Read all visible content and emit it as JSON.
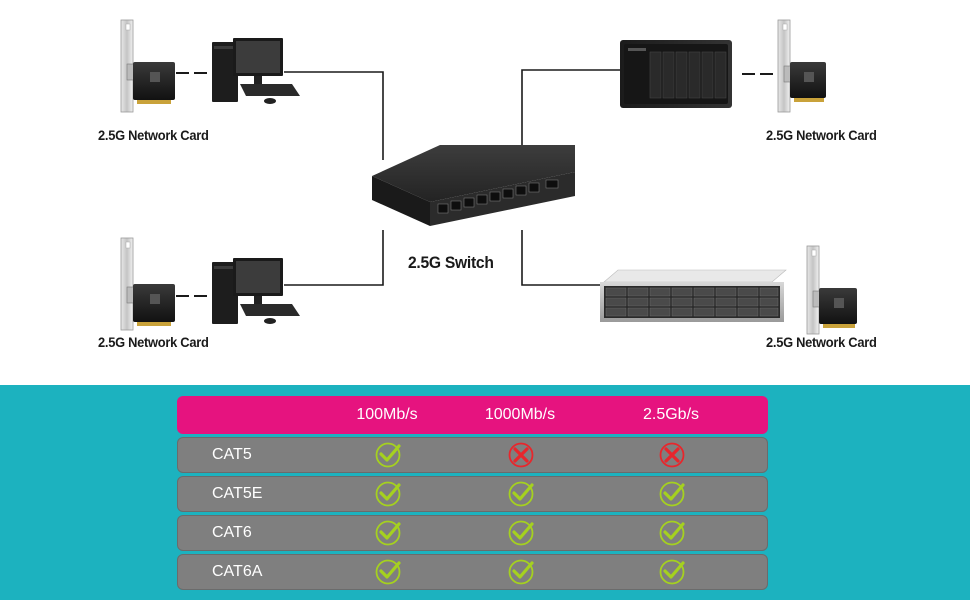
{
  "diagram": {
    "labels": {
      "network_card": "2.5G Network Card",
      "switch": "2.5G Switch"
    }
  },
  "table": {
    "columns": [
      "",
      "100Mb/s",
      "1000Mb/s",
      "2.5Gb/s"
    ],
    "rows": [
      {
        "label": "CAT5",
        "values": [
          "check",
          "cross",
          "cross"
        ]
      },
      {
        "label": "CAT5E",
        "values": [
          "check",
          "check",
          "check"
        ]
      },
      {
        "label": "CAT6",
        "values": [
          "check",
          "check",
          "check"
        ]
      },
      {
        "label": "CAT6A",
        "values": [
          "check",
          "check",
          "check"
        ]
      }
    ]
  },
  "colors": {
    "header": "#e6137f",
    "band": "#1cb2bf",
    "row": "#7f7f7f",
    "check": "#a5d11f",
    "cross": "#e8262c"
  }
}
